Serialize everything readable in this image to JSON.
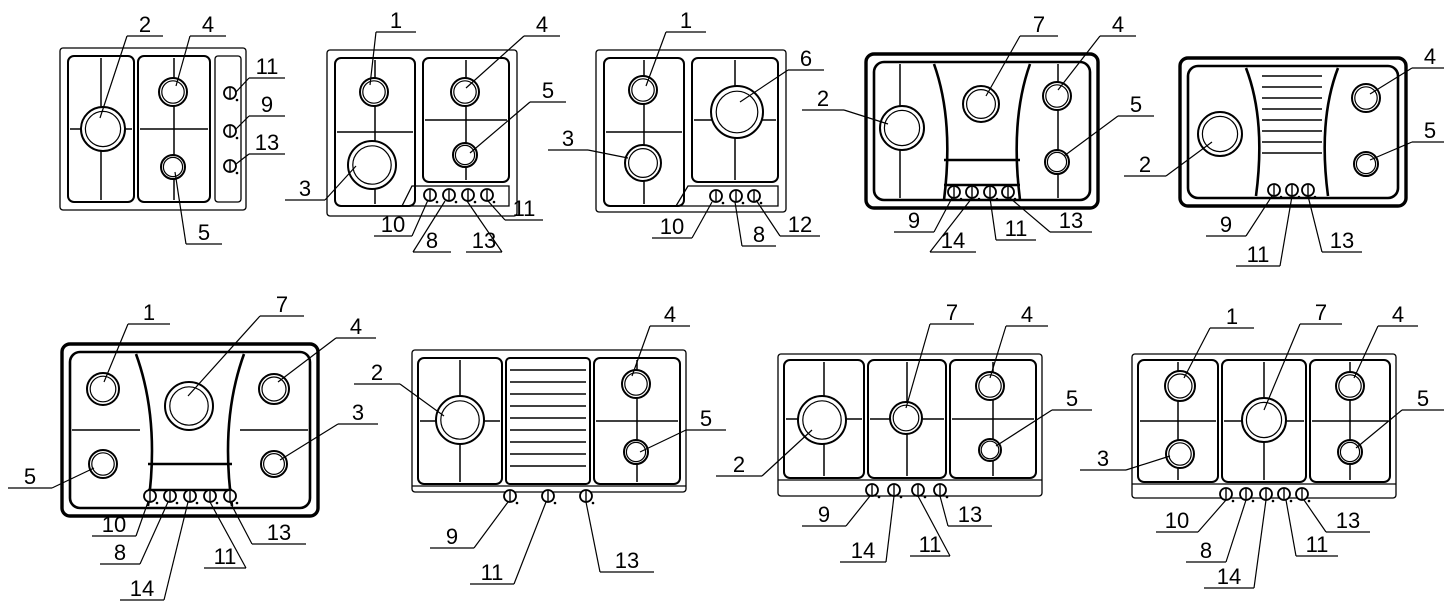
{
  "diagrams": [
    {
      "name": "hob-a",
      "labels": [
        "2",
        "4",
        "11",
        "9",
        "13",
        "5"
      ]
    },
    {
      "name": "hob-b",
      "labels": [
        "1",
        "4",
        "5",
        "3",
        "10",
        "8",
        "13",
        "11"
      ]
    },
    {
      "name": "hob-c",
      "labels": [
        "1",
        "6",
        "3",
        "10",
        "8",
        "12"
      ]
    },
    {
      "name": "hob-d",
      "labels": [
        "7",
        "4",
        "2",
        "5",
        "9",
        "14",
        "11",
        "13"
      ]
    },
    {
      "name": "hob-e",
      "labels": [
        "4",
        "5",
        "2",
        "9",
        "11",
        "13"
      ]
    },
    {
      "name": "hob-f",
      "labels": [
        "1",
        "7",
        "4",
        "5",
        "3",
        "10",
        "8",
        "14",
        "11",
        "13"
      ]
    },
    {
      "name": "hob-g",
      "labels": [
        "4",
        "2",
        "5",
        "9",
        "11",
        "13"
      ]
    },
    {
      "name": "hob-h",
      "labels": [
        "7",
        "4",
        "5",
        "2",
        "9",
        "14",
        "11",
        "13"
      ]
    },
    {
      "name": "hob-i",
      "labels": [
        "1",
        "7",
        "4",
        "5",
        "3",
        "10",
        "8",
        "14",
        "11",
        "13"
      ]
    }
  ]
}
